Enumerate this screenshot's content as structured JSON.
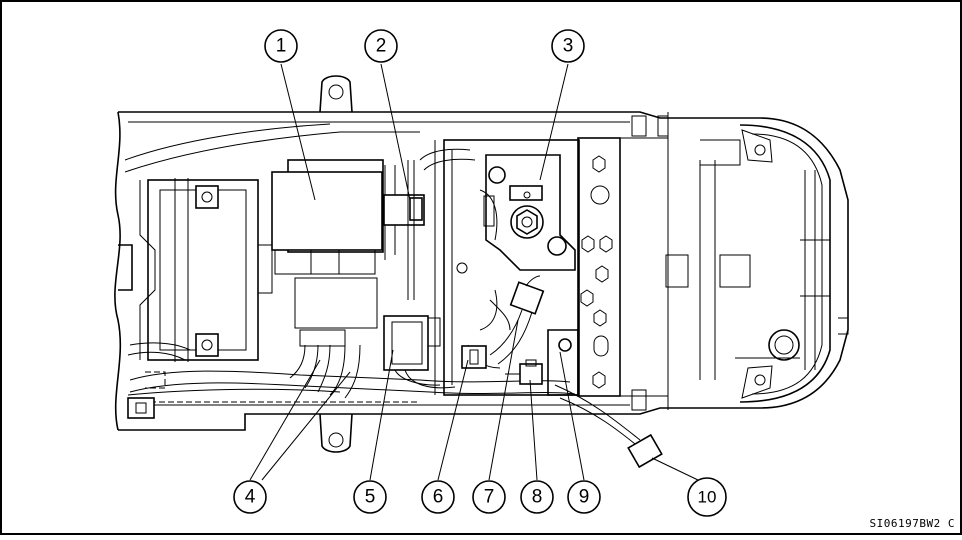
{
  "figure": {
    "code": "SI06197BW2 C",
    "callouts": [
      "1",
      "2",
      "3",
      "4",
      "5",
      "6",
      "7",
      "8",
      "9",
      "10"
    ]
  }
}
